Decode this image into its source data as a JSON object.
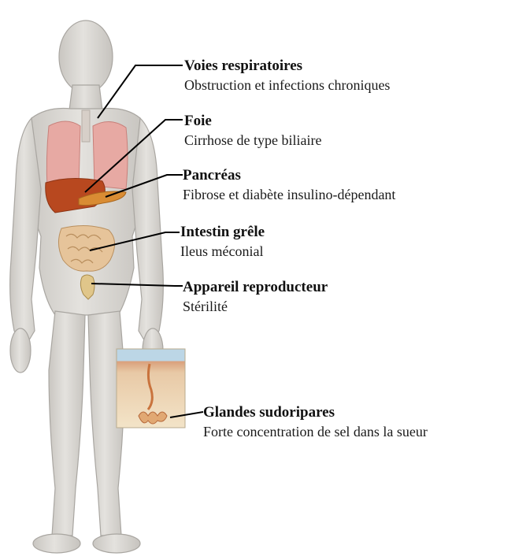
{
  "annotations": [
    {
      "id": "voies",
      "title": "Voies respiratoires",
      "desc": "Obstruction et infections chroniques"
    },
    {
      "id": "foie",
      "title": "Foie",
      "desc": "Cirrhose de type biliaire"
    },
    {
      "id": "pancreas",
      "title": "Pancréas",
      "desc": "Fibrose et diabète insulino-dépendant"
    },
    {
      "id": "intestin",
      "title": "Intestin grêle",
      "desc": "Ileus méconial"
    },
    {
      "id": "appareil",
      "title": "Appareil reproducteur",
      "desc": "Stérilité"
    },
    {
      "id": "glandes",
      "title": "Glandes sudoripares",
      "desc": "Forte concentration de sel dans la sueur"
    }
  ],
  "colors": {
    "skin": "#dcdad6",
    "skin_shadow": "#b9b6b1",
    "lung": "#e7a9a3",
    "liver": "#b8481f",
    "pancreas": "#d98c33",
    "intestine": "#e6c49a",
    "line": "#000000"
  }
}
